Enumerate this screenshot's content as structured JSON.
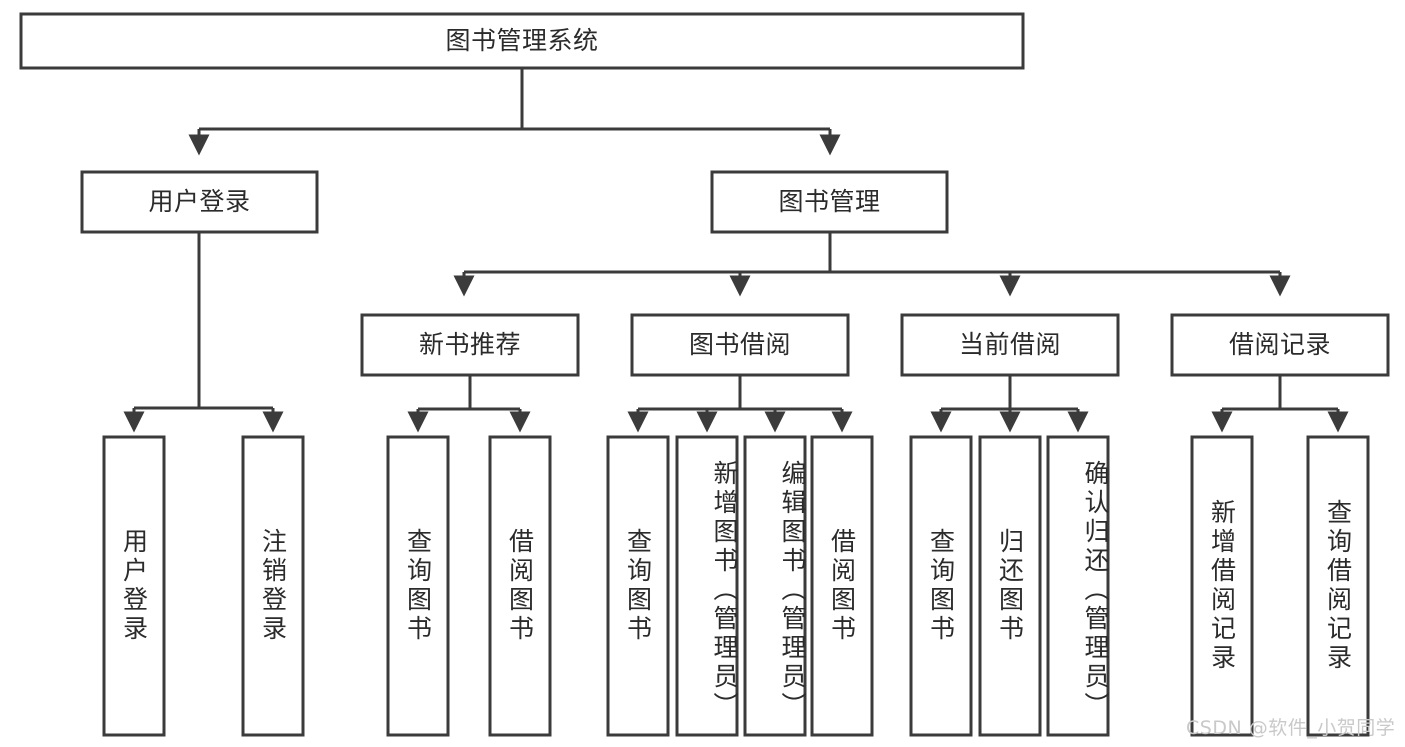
{
  "diagram": {
    "title": "图书管理系统",
    "type": "tree",
    "watermark": "CSDN @软件_小贺同学",
    "colors": {
      "stroke": "#3b3b3b",
      "fill": "#ffffff",
      "text": "#2b2b2b",
      "watermark": "#c9c9c9"
    },
    "nodes": {
      "root": {
        "label": "图书管理系统"
      },
      "level2": [
        {
          "label": "用户登录"
        },
        {
          "label": "图书管理"
        }
      ],
      "level3": [
        {
          "label": "新书推荐"
        },
        {
          "label": "图书借阅"
        },
        {
          "label": "当前借阅"
        },
        {
          "label": "借阅记录"
        }
      ],
      "leaves_user_login": [
        {
          "label": "用户登录"
        },
        {
          "label": "注销登录"
        }
      ],
      "leaves_new_book": [
        {
          "label": "查询图书"
        },
        {
          "label": "借阅图书"
        }
      ],
      "leaves_borrow": [
        {
          "label": "查询图书"
        },
        {
          "label": "新增图书（管理员）"
        },
        {
          "label": "编辑图书（管理员）"
        },
        {
          "label": "借阅图书"
        }
      ],
      "leaves_current": [
        {
          "label": "查询图书"
        },
        {
          "label": "归还图书"
        },
        {
          "label": "确认归还（管理员）"
        }
      ],
      "leaves_records": [
        {
          "label": "新增借阅记录"
        },
        {
          "label": "查询借阅记录"
        }
      ]
    }
  }
}
